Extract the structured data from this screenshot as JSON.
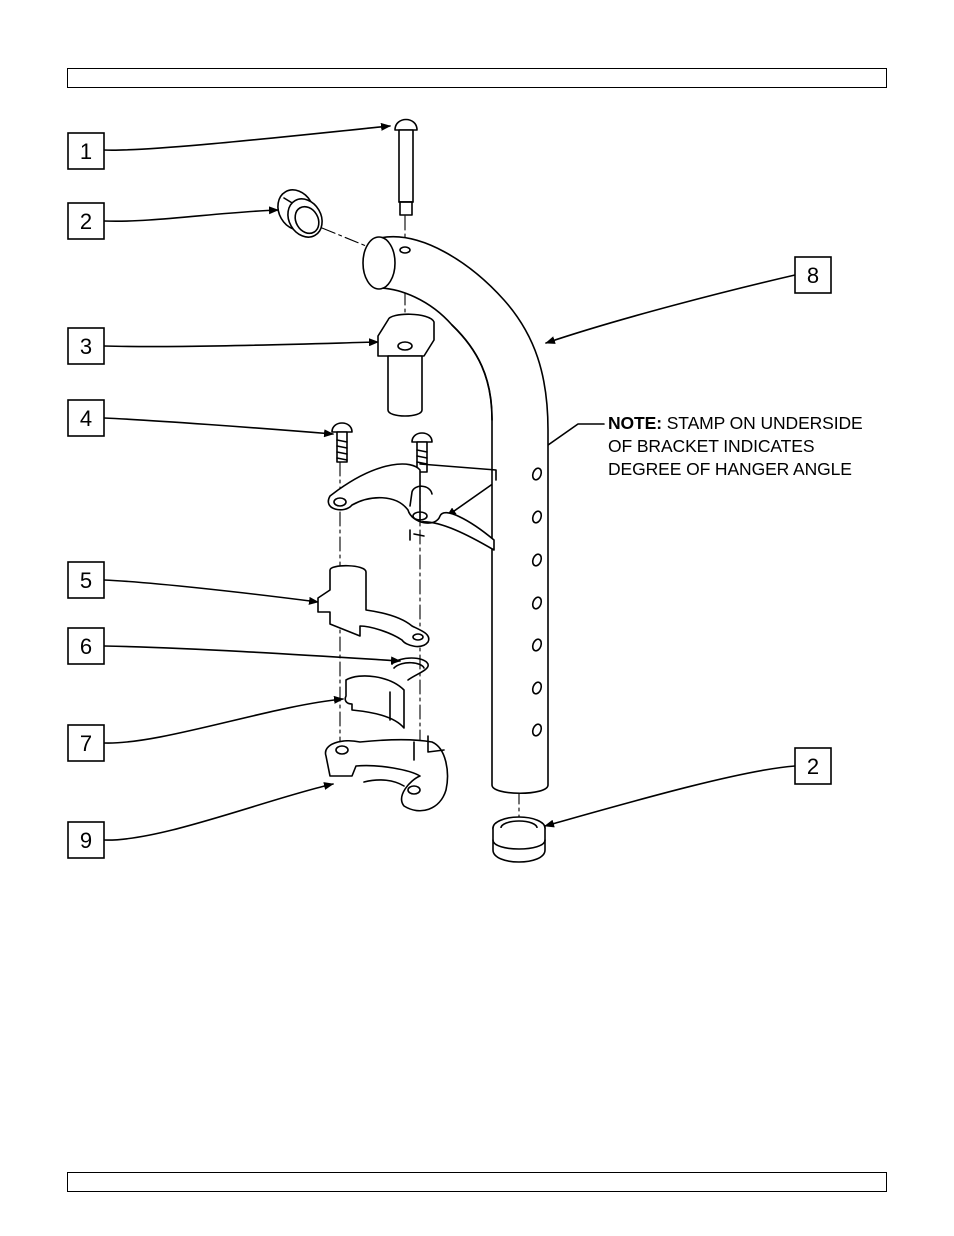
{
  "header": {
    "text": ""
  },
  "footer": {
    "text": ""
  },
  "callouts": [
    {
      "id": "c1",
      "label": "1"
    },
    {
      "id": "c2a",
      "label": "2"
    },
    {
      "id": "c3",
      "label": "3"
    },
    {
      "id": "c4",
      "label": "4"
    },
    {
      "id": "c5",
      "label": "5"
    },
    {
      "id": "c6",
      "label": "6"
    },
    {
      "id": "c7",
      "label": "7"
    },
    {
      "id": "c9",
      "label": "9"
    },
    {
      "id": "c8",
      "label": "8"
    },
    {
      "id": "c2b",
      "label": "2"
    }
  ],
  "note": {
    "prefix": "NOTE:",
    "line1": " STAMP ON UNDERSIDE",
    "line2": "OF BRACKET INDICATES",
    "line3": "DEGREE OF HANGER ANGLE"
  },
  "colors": {
    "stroke": "#000000",
    "background": "#ffffff"
  }
}
